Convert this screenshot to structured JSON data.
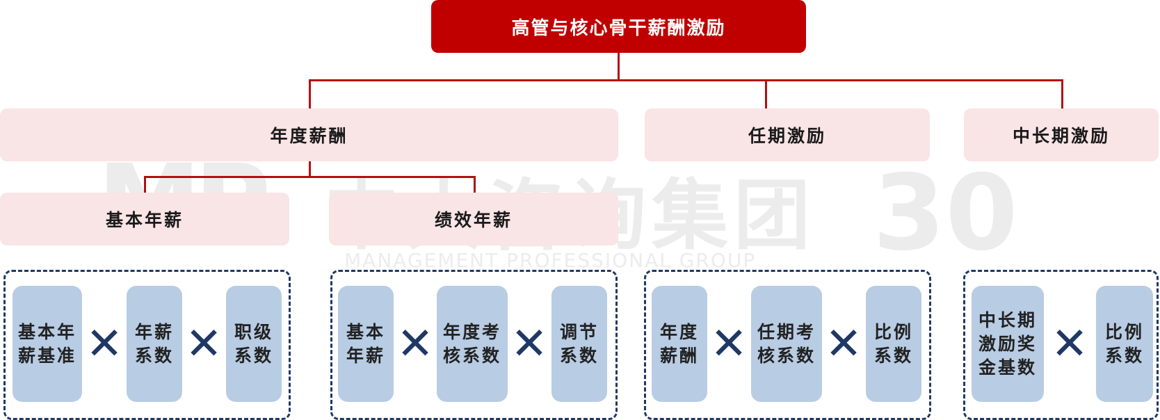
{
  "top": {
    "label": "高管与核心骨干薪酬激励"
  },
  "categories": {
    "annual": "年度薪酬",
    "tenure": "任期激励",
    "longterm": "中长期激励"
  },
  "subcategories": {
    "base": "基本年薪",
    "performance": "绩效年薪"
  },
  "formulas": {
    "base": [
      "基本年\n薪基准",
      "年薪\n系数",
      "职级\n系数"
    ],
    "performance": [
      "基本\n年薪",
      "年度考\n核系数",
      "调节\n系数"
    ],
    "tenure": [
      "年度\n薪酬",
      "任期考\n核系数",
      "比例\n系数"
    ],
    "longterm": [
      "中长期\n激励奖\n金基数",
      "比例\n系数"
    ]
  },
  "operator": "✕",
  "watermark": {
    "logo": "MP",
    "company": "中大咨询集团",
    "company_en": "MANAGEMENT PROFESSIONAL GROUP",
    "anniversary": "30"
  },
  "colors": {
    "top": "#c00000",
    "connector": "#b40f14",
    "category_bg": "#f9e4e6",
    "factor_bg": "#b8cce4",
    "operator": "#1f3864"
  }
}
